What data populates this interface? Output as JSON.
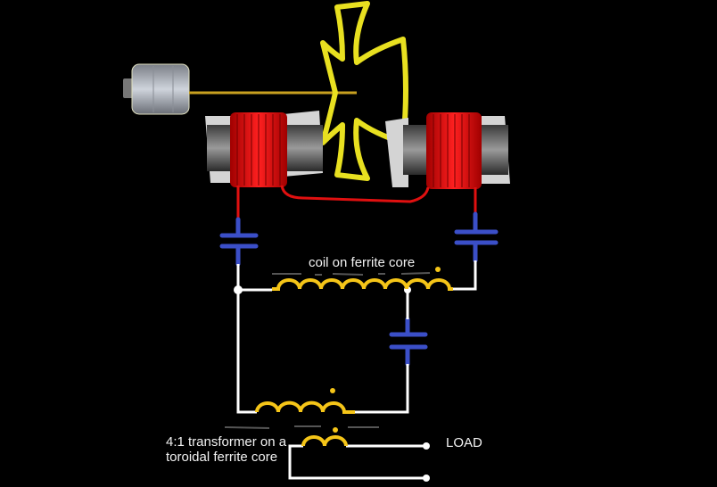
{
  "title": "Resonant induction generator circuit",
  "labels": {
    "coil": "coil on ferrite core",
    "transformer": "4:1 transformer on a toroidal ferrite core",
    "load": "LOAD"
  },
  "colors": {
    "background": "#000000",
    "copper_coil": "#e01010",
    "rotor": "#e8e020",
    "capacitor": "#3b4fc8",
    "wire": "#ffffff",
    "inductor": "#f5c518",
    "core": "#d0d0d0"
  }
}
